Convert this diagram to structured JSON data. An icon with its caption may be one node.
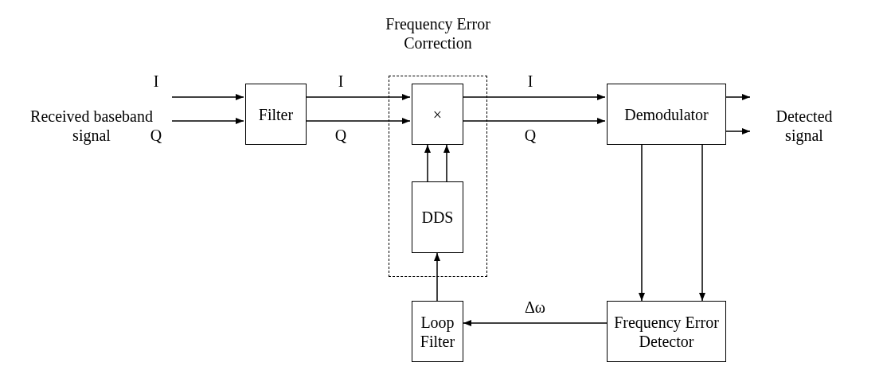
{
  "diagram": {
    "nodes": [
      {
        "text": [
          "Received baseband signal"
        ]
      },
      {
        "text": [
          "Filter"
        ]
      },
      {
        "text": [
          "Frequency Error Correction"
        ]
      },
      {
        "text": [
          "×"
        ],
        "in": 2
      },
      {
        "text": [
          "DDS"
        ],
        "in": 2
      },
      {
        "text": [
          "Demodulator"
        ]
      },
      {
        "text": [
          "Detected signal"
        ]
      },
      {
        "text": [
          "Loop Filter"
        ]
      },
      {
        "text": [
          "Frequency Error Detector"
        ]
      }
    ],
    "edges": [
      {
        "from": 0,
        "to": 1,
        "arrow": "to",
        "label": "I"
      },
      {
        "from": 0,
        "to": 1,
        "arrow": "to",
        "label": "Q"
      },
      {
        "from": 1,
        "to": 3,
        "arrow": "to",
        "label": "I"
      },
      {
        "from": 1,
        "to": 3,
        "arrow": "to",
        "label": "Q"
      },
      {
        "from": 3,
        "to": 5,
        "arrow": "to",
        "label": "I"
      },
      {
        "from": 3,
        "to": 5,
        "arrow": "to",
        "label": "Q"
      },
      {
        "from": 5,
        "to": 6,
        "arrow": "to"
      },
      {
        "from": 5,
        "to": 6,
        "arrow": "to"
      },
      {
        "from": 4,
        "to": 3,
        "arrow": "to"
      },
      {
        "from": 4,
        "to": 3,
        "arrow": "to"
      },
      {
        "from": 7,
        "to": 4,
        "arrow": "to"
      },
      {
        "from": 5,
        "to": 8,
        "arrow": "to"
      },
      {
        "from": 5,
        "to": 8,
        "arrow": "to"
      },
      {
        "from": 8,
        "to": 7,
        "arrow": "to",
        "label": "Δω"
      }
    ]
  }
}
